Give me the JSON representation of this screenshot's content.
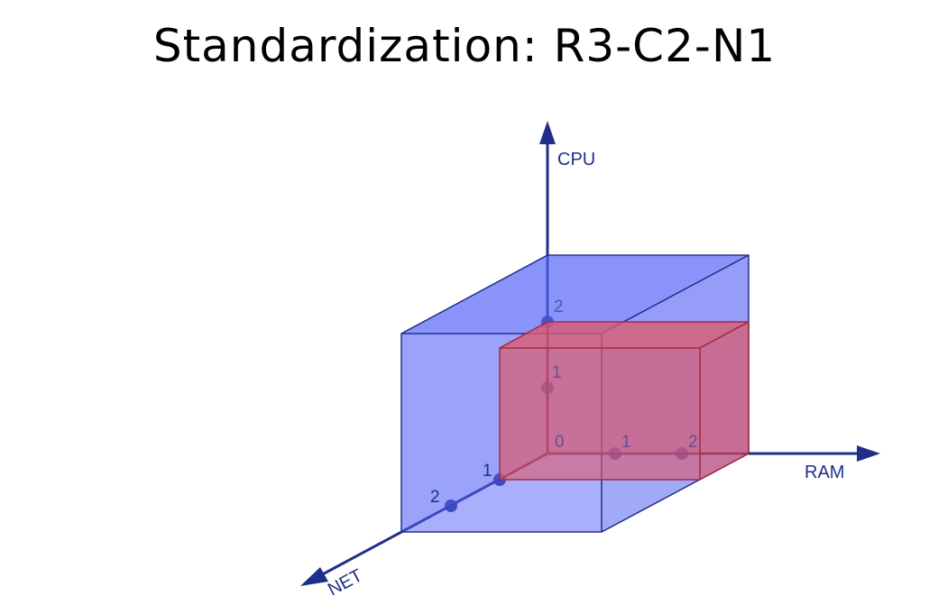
{
  "title": "Standardization: R3-C2-N1",
  "axes": {
    "cpu": "CPU",
    "ram": "RAM",
    "net": "NET"
  },
  "ticks": {
    "origin": "0",
    "ram": [
      "1",
      "2"
    ],
    "cpu": [
      "1",
      "2"
    ],
    "net": [
      "1",
      "2"
    ]
  },
  "colors": {
    "axis": "#1f2f8a",
    "outer_box": "#5a66f5",
    "inner_box": "#dc5a6e"
  }
}
